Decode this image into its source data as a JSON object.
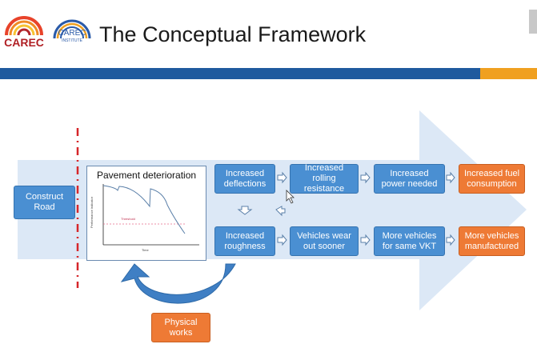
{
  "header": {
    "title": "The Conceptual Framework",
    "logo1_text": "CAREC",
    "logo2_text": "CAREC",
    "logo2_subtext": "INSTITUTE"
  },
  "colors": {
    "brand_blue": "#1f5a9e",
    "brand_orange": "#f0a020",
    "box_blue": "#4a8fd2",
    "box_orange": "#ee7a35",
    "arrow_bg": "#dce8f6"
  },
  "diagram": {
    "construct_road": "Construct\nRoad",
    "panel_title": "Pavement deterioration",
    "panel_ylabel": "Performance indicator",
    "panel_xlabel": "Time",
    "panel_threshold": "Threshold",
    "row1": [
      "Increased\ndeflections",
      "Increased\nrolling\nresistance",
      "Increased\npower needed",
      "Increased fuel\nconsumption"
    ],
    "row2": [
      "Increased\nroughness",
      "Vehicles wear\nout sooner",
      "More vehicles\nfor same VKT",
      "More vehicles\nmanufactured"
    ],
    "physical_works": "Physical\nworks"
  }
}
